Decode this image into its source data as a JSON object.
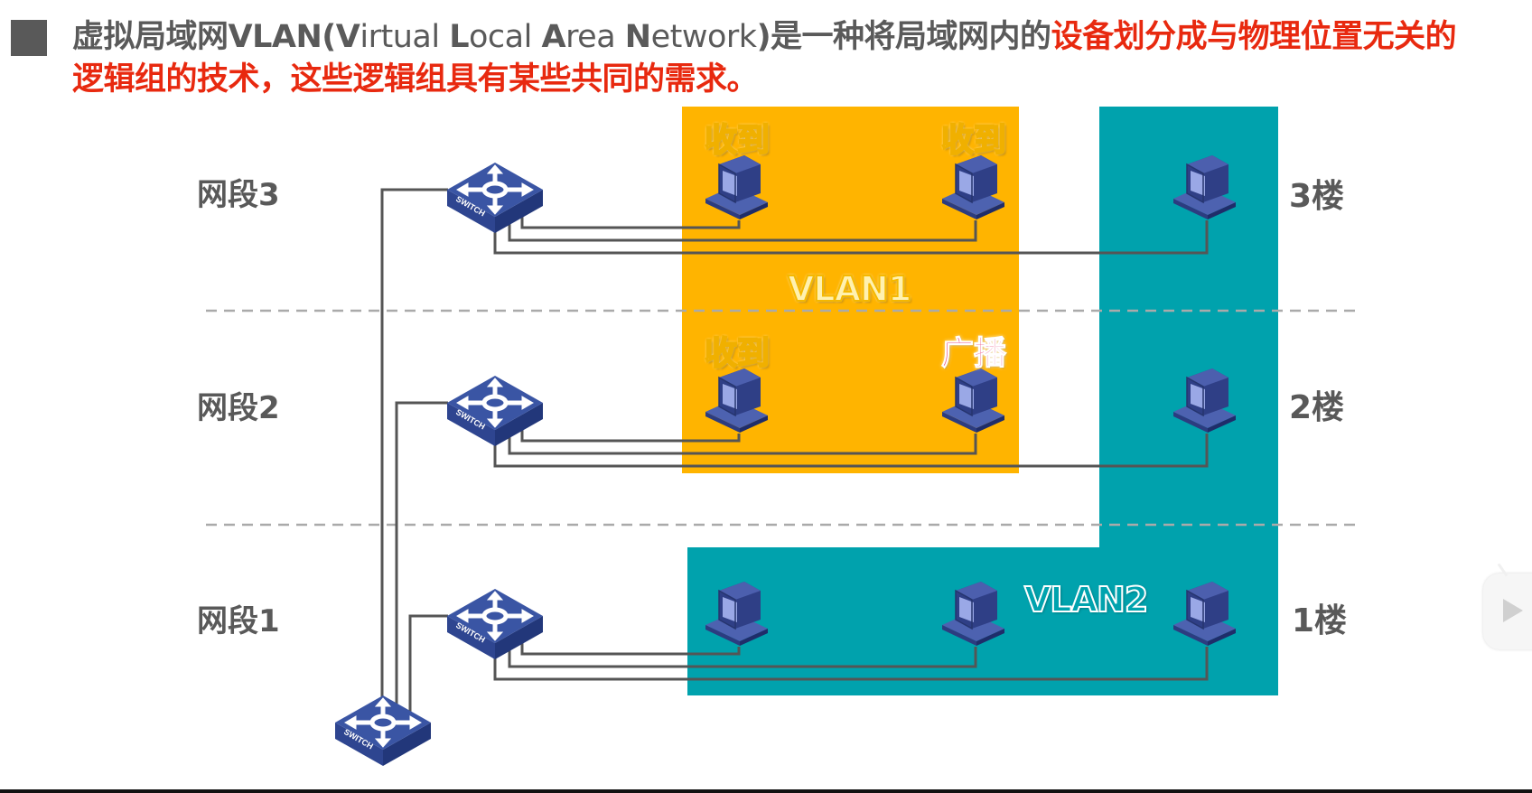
{
  "title": {
    "part1_bold": "虚拟局域网VLAN(",
    "part2": [
      {
        "text": "V",
        "bold": true
      },
      {
        "text": "irtual ",
        "bold": false
      },
      {
        "text": "L",
        "bold": true
      },
      {
        "text": "ocal ",
        "bold": false
      },
      {
        "text": "A",
        "bold": true
      },
      {
        "text": "rea ",
        "bold": false
      },
      {
        "text": "N",
        "bold": true
      },
      {
        "text": "etwork",
        "bold": false
      }
    ],
    "part3_bold": ")是一种将局域网内的",
    "highlight": "设备划分成与物理位置无关的逻辑组的技术，这些逻辑组具有某些共同的需求。",
    "highlight_color": "#e8290f"
  },
  "segments": [
    {
      "label": "网段3",
      "floor": "3楼"
    },
    {
      "label": "网段2",
      "floor": "2楼"
    },
    {
      "label": "网段1",
      "floor": "1楼"
    }
  ],
  "vlans": {
    "vlan1": {
      "label": "VLAN1",
      "color": "#ffb400"
    },
    "vlan2": {
      "label": "VLAN2",
      "color": "#00a2ad"
    }
  },
  "hosts": [
    {
      "segment": 3,
      "vlan": "VLAN1",
      "tag": "收到"
    },
    {
      "segment": 3,
      "vlan": "VLAN1",
      "tag": "收到"
    },
    {
      "segment": 3,
      "vlan": "VLAN2",
      "tag": ""
    },
    {
      "segment": 2,
      "vlan": "VLAN1",
      "tag": "收到"
    },
    {
      "segment": 2,
      "vlan": "VLAN1",
      "tag": "广播"
    },
    {
      "segment": 2,
      "vlan": "VLAN2",
      "tag": ""
    },
    {
      "segment": 1,
      "vlan": "VLAN2",
      "tag": ""
    },
    {
      "segment": 1,
      "vlan": "VLAN2",
      "tag": ""
    },
    {
      "segment": 1,
      "vlan": "VLAN2",
      "tag": ""
    }
  ],
  "switch_label": "SWITCH",
  "colors": {
    "switch": "#3a55a4",
    "pc": "#3d4f9c",
    "line": "#555555",
    "divider": "#aaaaaa"
  }
}
